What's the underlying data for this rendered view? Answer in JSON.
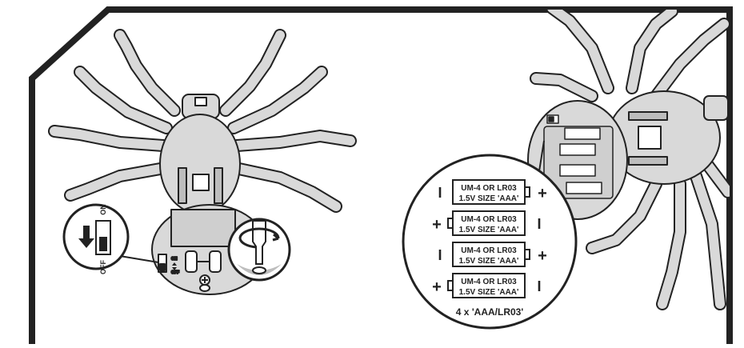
{
  "switch_callout": {
    "on_label": "ON",
    "off_label": "OFF"
  },
  "body_switch": {
    "on_label": "ON",
    "off_label": "OFF"
  },
  "batteries": [
    {
      "line1": "UM-4 OR LR03",
      "line2": "1.5V SIZE 'AAA'",
      "left_symbol": "I",
      "right_symbol": "+"
    },
    {
      "line1": "UM-4 OR LR03",
      "line2": "1.5V SIZE 'AAA'",
      "left_symbol": "+",
      "right_symbol": "I"
    },
    {
      "line1": "UM-4 OR LR03",
      "line2": "1.5V SIZE 'AAA'",
      "left_symbol": "I",
      "right_symbol": "+"
    },
    {
      "line1": "UM-4 OR LR03",
      "line2": "1.5V SIZE 'AAA'",
      "left_symbol": "+",
      "right_symbol": "I"
    }
  ],
  "battery_count_caption": "4 x 'AAA/LR03'",
  "colors": {
    "outline": "#222222",
    "spider_fill": "#d9d9d9",
    "spider_shadow": "#bdbdbd",
    "background": "#ffffff"
  },
  "icons": [
    "arrow-down-icon",
    "screwdriver-icon",
    "screw-icon",
    "rotate-arrow-icon"
  ]
}
